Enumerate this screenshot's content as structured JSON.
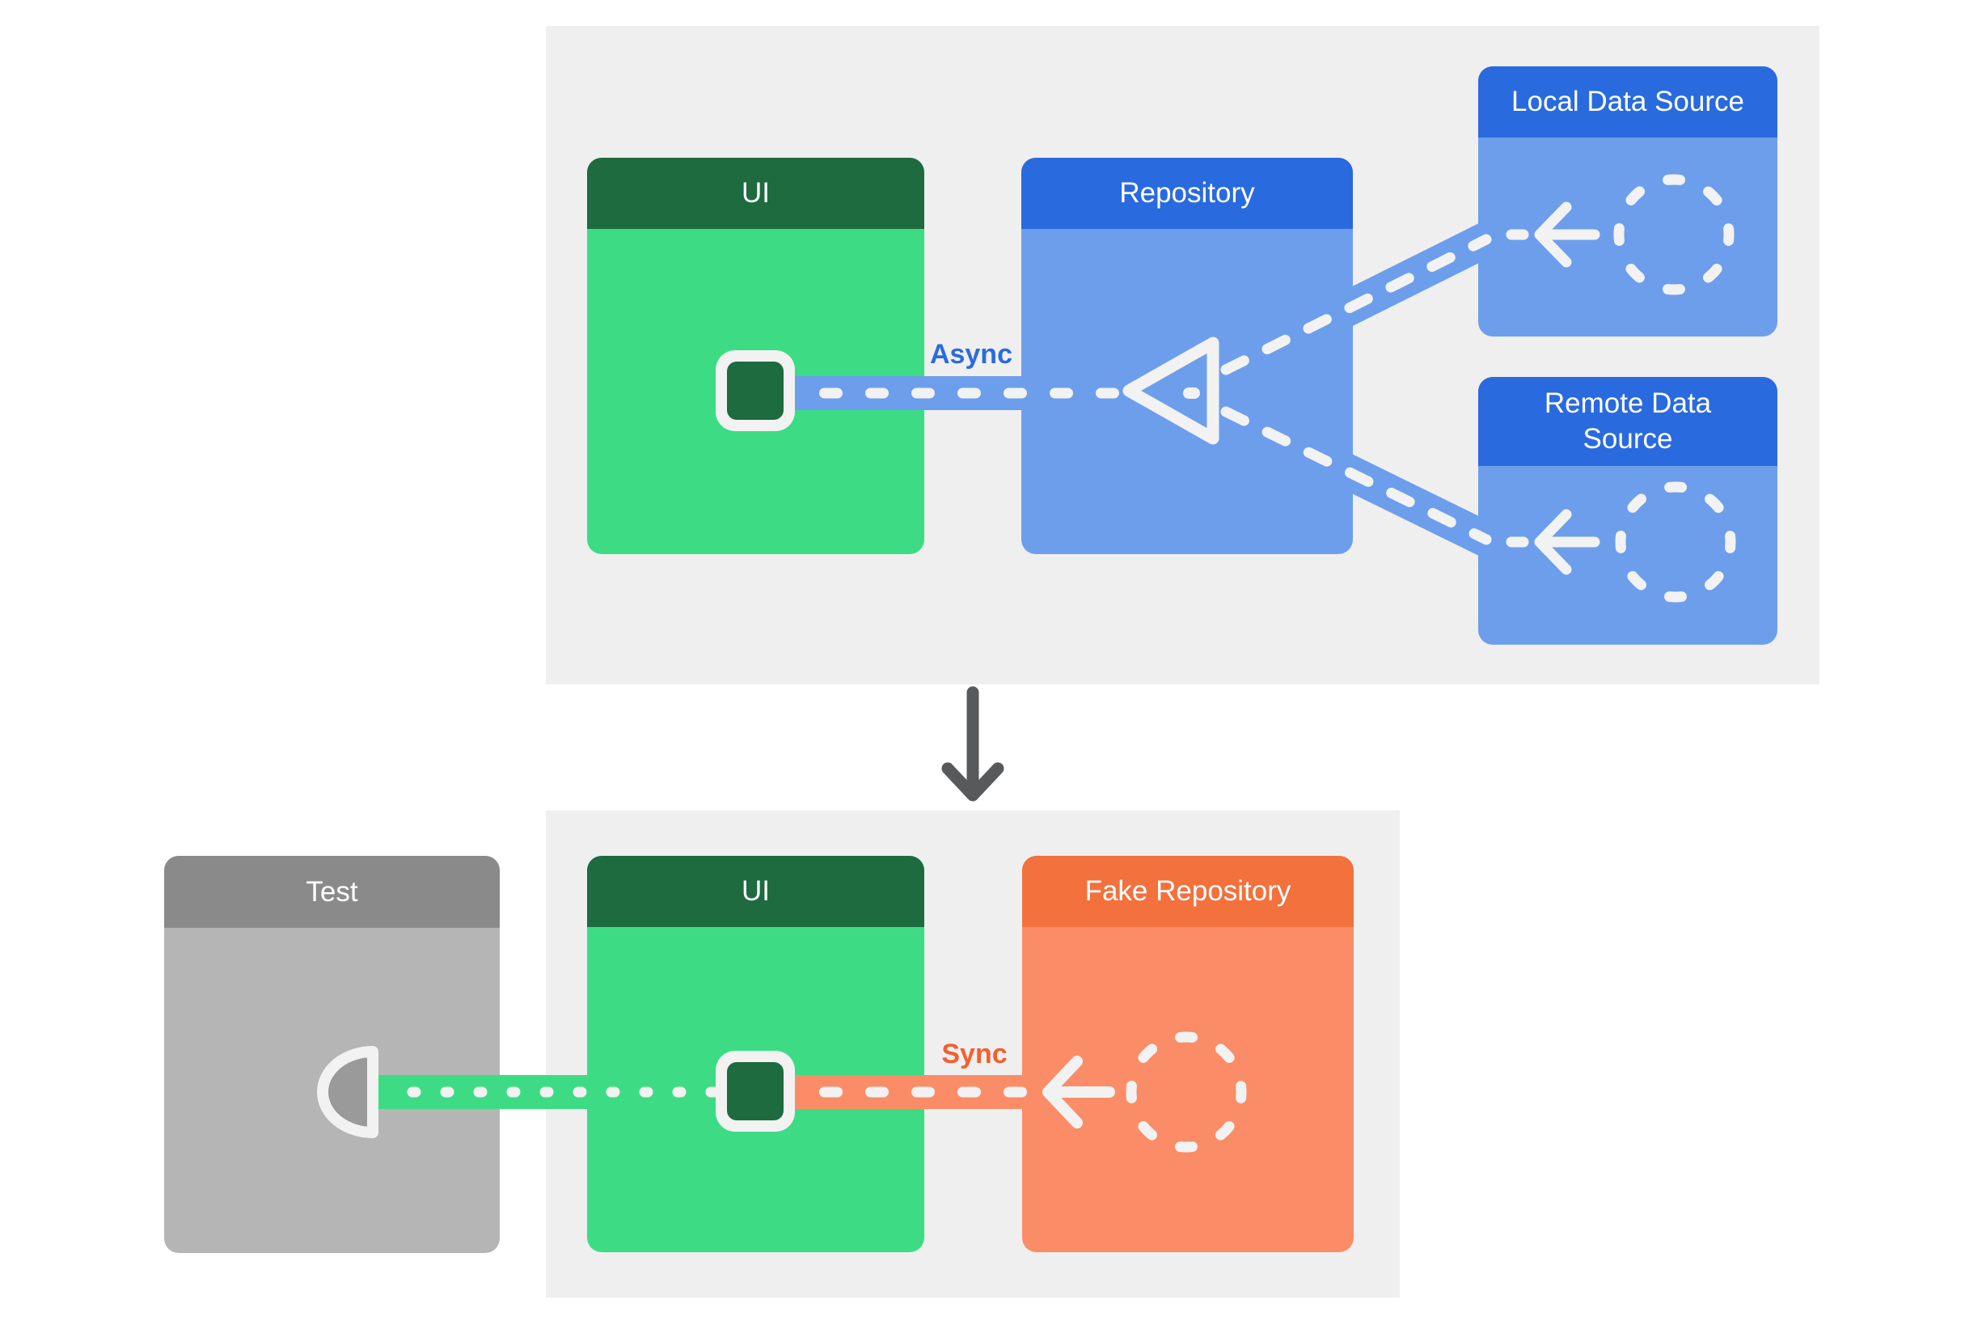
{
  "colors": {
    "background": "#ffffff",
    "panel_gray": "#efefef",
    "green_header": "#1d6b3f",
    "green_body": "#3ddc84",
    "blue_header": "#2a6adf",
    "blue_body": "#6d9eeb",
    "orange_header": "#f2713d",
    "orange_body": "#fa8d68",
    "test_header_gray": "#8a8a8a",
    "test_body_gray": "#b5b5b5",
    "port_fill_gray": "#9a9a9a",
    "connector_white": "#f2f2f2",
    "async_text": "#2b6bdd",
    "sync_text": "#f2602e",
    "transition_arrow_gray": "#58595b"
  },
  "top_panel": {
    "ui_box": {
      "title": "UI"
    },
    "repository_box": {
      "title": "Repository"
    },
    "local_data_source_box": {
      "title": "Local Data Source"
    },
    "remote_data_source_box": {
      "title": "Remote Data Source"
    },
    "async_label": "Async"
  },
  "bottom_panel": {
    "test_box": {
      "title": "Test"
    },
    "ui_box": {
      "title": "UI"
    },
    "fake_repository_box": {
      "title": "Fake Repository"
    },
    "sync_label": "Sync"
  },
  "icons": {
    "repository_input": "triangle-left-icon",
    "local_data_source": "dashed-circle-icon",
    "remote_data_source": "dashed-circle-icon",
    "fake_repository": "dashed-circle-icon",
    "data_flow": "arrow-left-icon",
    "ui_port": "rounded-square-port-icon",
    "test_port": "half-round-port-icon",
    "panel_transition": "arrow-down-icon"
  }
}
